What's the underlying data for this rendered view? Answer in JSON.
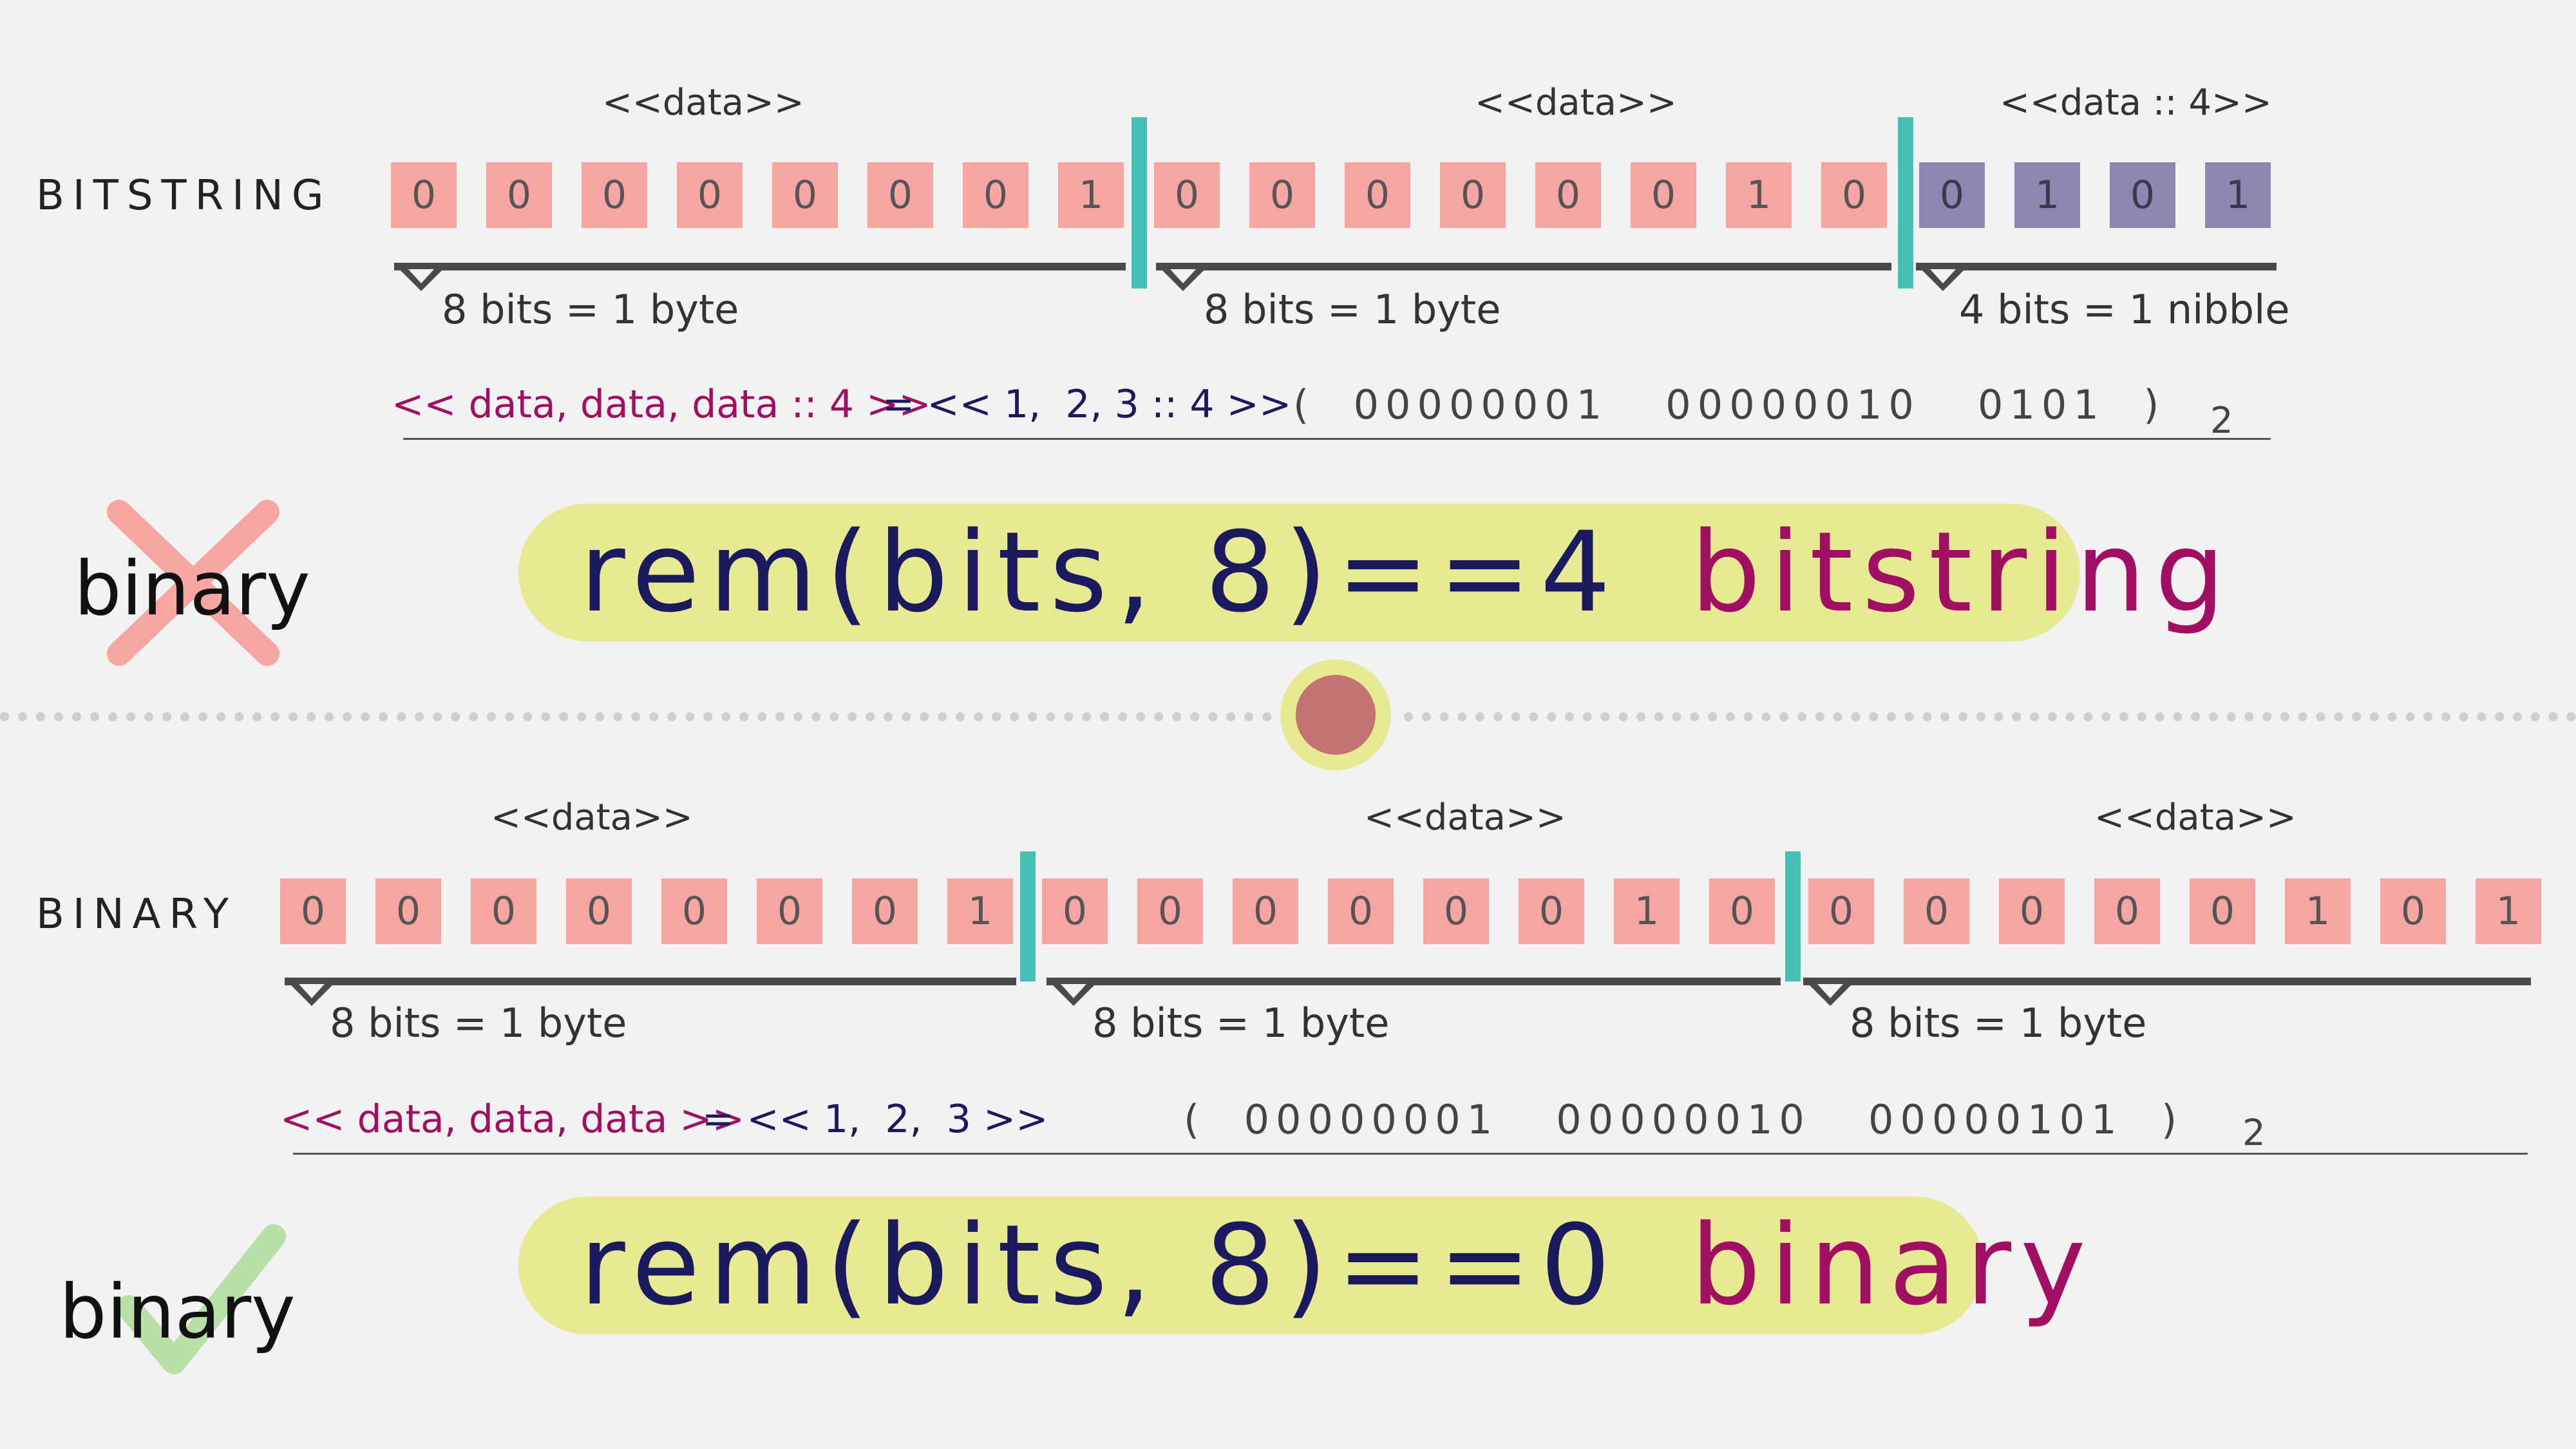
{
  "bitstring": {
    "label": "BITSTRING",
    "headers": [
      "<<data>>",
      "<<data>>",
      "<<data :: 4>>"
    ],
    "bits": [
      "0",
      "0",
      "0",
      "0",
      "0",
      "0",
      "0",
      "1",
      "0",
      "0",
      "0",
      "0",
      "0",
      "0",
      "1",
      "0",
      "0",
      "1",
      "0",
      "1"
    ],
    "brackets": [
      "8 bits = 1 byte",
      "8 bits = 1 byte",
      "4 bits = 1 nibble"
    ],
    "expr_left": "<< data, data, data :: 4 >>",
    "expr_right": "= << 1,  2, 3 :: 4 >>",
    "binary_seq": "(  00000001   00000010   0101  )",
    "subscript": "2",
    "rule_code": "rem(bits, 8)==4",
    "rule_word": "bitstring",
    "status_word": "binary",
    "status_mark": "cross-icon"
  },
  "binary": {
    "label": "BINARY",
    "headers": [
      "<<data>>",
      "<<data>>",
      "<<data>>"
    ],
    "bits": [
      "0",
      "0",
      "0",
      "0",
      "0",
      "0",
      "0",
      "1",
      "0",
      "0",
      "0",
      "0",
      "0",
      "0",
      "1",
      "0",
      "0",
      "0",
      "0",
      "0",
      "0",
      "1",
      "0",
      "1"
    ],
    "brackets": [
      "8 bits = 1 byte",
      "8 bits = 1 byte",
      "8 bits = 1 byte"
    ],
    "expr_left": "<< data, data, data >>",
    "expr_right": "= << 1,  2,  3 >>",
    "binary_seq": "(  00000001   00000010   00000101  )",
    "subscript": "2",
    "rule_code": "rem(bits, 8)==0",
    "rule_word": "binary",
    "status_word": "binary",
    "status_mark": "check-icon"
  },
  "colors": {
    "bit_pink": "#f6a5a2",
    "bit_purple": "#8c86b0",
    "separator": "#45c0b5",
    "pill": "#e7ea92",
    "keyword": "#a00f61",
    "code": "#1b1a5e"
  }
}
